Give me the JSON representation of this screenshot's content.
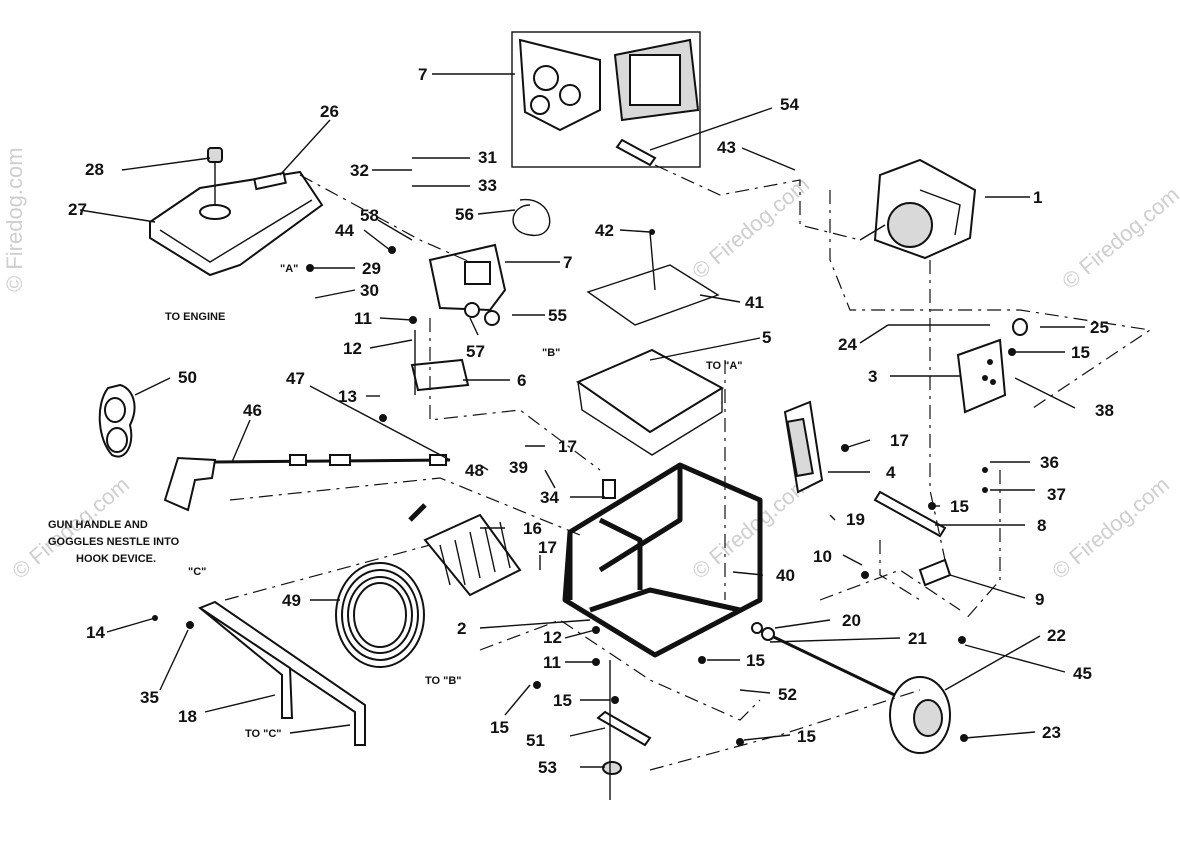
{
  "watermark": "© Firedog.com",
  "notes": {
    "gun_handle_line1": "GUN HANDLE AND",
    "gun_handle_line2": "GOGGLES NESTLE INTO",
    "gun_handle_line3": "HOOK DEVICE.",
    "to_engine": "TO ENGINE",
    "to_a_top": "TO \"A\"",
    "to_b": "TO \"B\"",
    "to_c": "TO \"C\"",
    "ref_a": "\"A\"",
    "ref_b": "\"B\"",
    "ref_c": "\"C\""
  },
  "labels": {
    "p7a": "7",
    "p54": "54",
    "p26": "26",
    "p28": "28",
    "p27": "27",
    "p32": "32",
    "p31": "31",
    "p33": "33",
    "p43": "43",
    "p1": "1",
    "p58": "58",
    "p44": "44",
    "p56": "56",
    "p42": "42",
    "p29": "29",
    "p7b": "7",
    "p30": "30",
    "p41": "41",
    "p11a": "11",
    "p55": "55",
    "p25": "25",
    "p24": "24",
    "p12a": "12",
    "p57": "57",
    "p5": "5",
    "p15a": "15",
    "p3": "3",
    "p50": "50",
    "p47": "47",
    "p6": "6",
    "p13": "13",
    "p38": "38",
    "p46": "46",
    "p17a": "17",
    "p17b": "17",
    "p39": "39",
    "p48": "48",
    "p36": "36",
    "p4": "4",
    "p34": "34",
    "p37": "37",
    "p15b": "15",
    "p19": "19",
    "p16": "16",
    "p8": "8",
    "p17c": "17",
    "p10": "10",
    "p40": "40",
    "p9": "9",
    "p49": "49",
    "p20": "20",
    "p14": "14",
    "p2": "2",
    "p22": "22",
    "p21": "21",
    "p12b": "12",
    "p11b": "11",
    "p15c": "15",
    "p45": "45",
    "p35": "35",
    "p18": "18",
    "p52": "52",
    "p15d": "15",
    "p15e": "15",
    "p23": "23",
    "p51": "51",
    "p15f": "15",
    "p53": "53"
  }
}
